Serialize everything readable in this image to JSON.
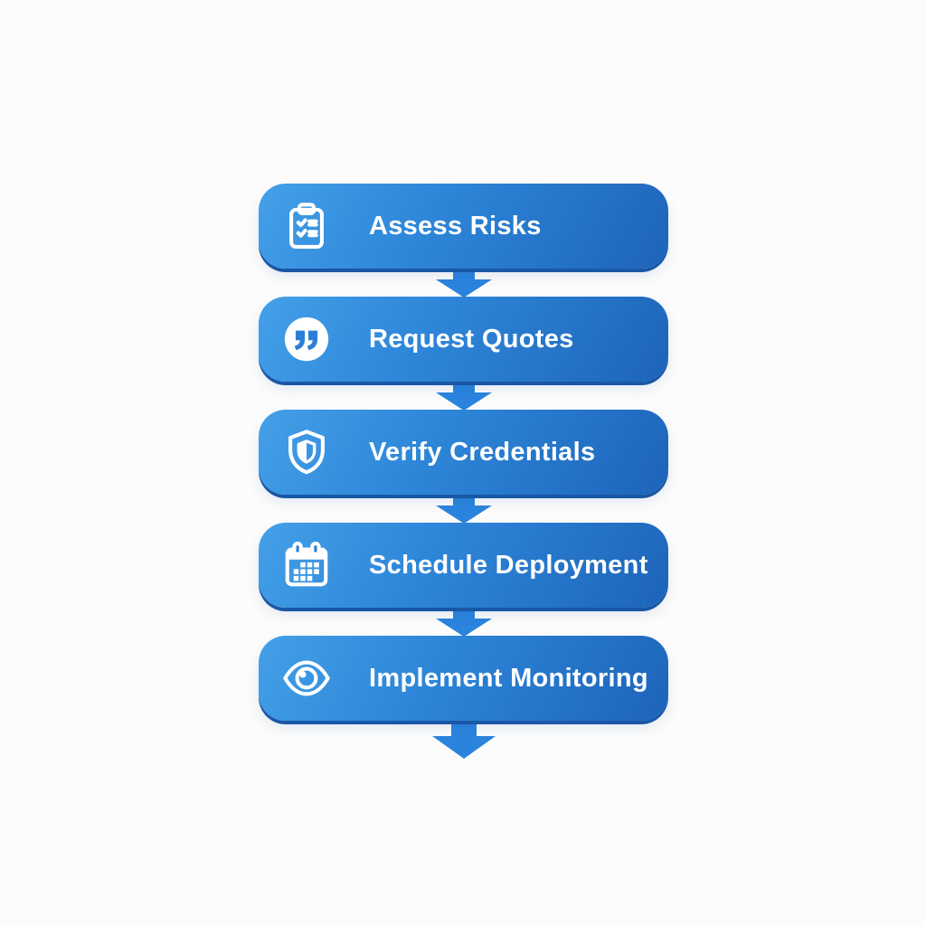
{
  "diagram": {
    "type": "vertical-process-flow",
    "background_color": "#fcfcfc",
    "box_gradient_start": "#44a0e8",
    "box_gradient_end": "#1d64ba",
    "box_edge_color": "#1a57a6",
    "arrow_color": "#2a84dd",
    "text_color": "#ffffff",
    "steps": [
      {
        "label": "Assess Risks",
        "icon": "clipboard-checklist-icon"
      },
      {
        "label": "Request Quotes",
        "icon": "quote-icon"
      },
      {
        "label": "Verify Credentials",
        "icon": "shield-icon"
      },
      {
        "label": "Schedule Deployment",
        "icon": "calendar-icon"
      },
      {
        "label": "Implement Monitoring",
        "icon": "eye-icon"
      }
    ]
  }
}
